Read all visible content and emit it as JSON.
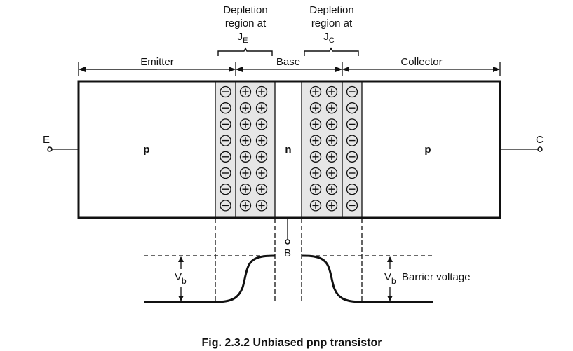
{
  "diagram": {
    "title": "Unbiased pnp transistor",
    "caption": "Fig. 2.3.2 Unbiased pnp transistor",
    "regions": {
      "emitter": {
        "label": "Emitter",
        "type": "p"
      },
      "base": {
        "label": "Base",
        "type": "n"
      },
      "collector": {
        "label": "Collector",
        "type": "p"
      }
    },
    "depletion": {
      "je": {
        "line1": "Depletion",
        "line2": "region at",
        "symbol": "J",
        "subscript": "E"
      },
      "jc": {
        "line1": "Depletion",
        "line2": "region at",
        "symbol": "J",
        "subscript": "C"
      }
    },
    "terminals": {
      "emitter": "E",
      "base": "B",
      "collector": "C"
    },
    "ions": {
      "rows": 8,
      "left_negative_cols": 1,
      "left_positive_cols": 2,
      "right_positive_cols": 2,
      "right_negative_cols": 1,
      "negative_symbol": "−",
      "positive_symbol": "+"
    },
    "barrier": {
      "symbol": "V",
      "subscript": "b",
      "label": "Barrier voltage"
    },
    "colors": {
      "stroke": "#111111",
      "depletion_fill": "#e6e6e6",
      "background": "#ffffff"
    }
  }
}
